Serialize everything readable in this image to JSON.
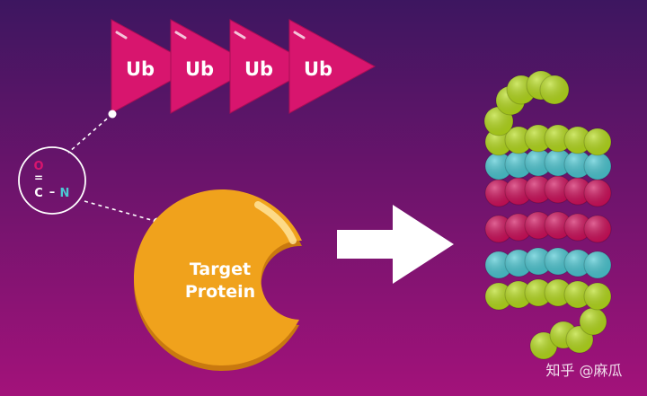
{
  "colors": {
    "background_top": "#3d1660",
    "background_bottom": "#a3127a",
    "ubiquitin": "#d8156e",
    "target_protein": "#f0a21c",
    "proteasome_green": "#b6dc1c",
    "proteasome_cyan": "#4cc8d3",
    "proteasome_magenta": "#d0105c",
    "arrow": "#ffffff"
  },
  "ubiquitin_chain": {
    "labels": [
      "Ub",
      "Ub",
      "Ub",
      "Ub"
    ]
  },
  "linkage": {
    "top_atom": "O",
    "bond": "=",
    "left_atom": "C",
    "dash": "–",
    "right_atom": "N"
  },
  "target_protein": {
    "line1": "Target",
    "line2": "Protein"
  },
  "watermark": "知乎 @麻瓜",
  "icons": {
    "process_arrow": "right-arrow-icon",
    "proteasome": "proteasome-icon"
  }
}
